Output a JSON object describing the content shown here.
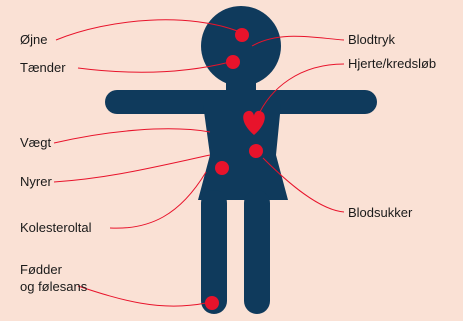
{
  "colors": {
    "background": "#fae1d5",
    "figure": "#0f3a5c",
    "marker": "#e8132b",
    "connector": "#e8132b",
    "text": "#1a1a1a"
  },
  "left_labels": {
    "eyes": "Øjne",
    "teeth": "Tænder",
    "weight": "Vægt",
    "kidneys": "Nyrer",
    "cholesterol": "Kolesteroltal",
    "feet_line1": "Fødder",
    "feet_line2": "og følesans"
  },
  "right_labels": {
    "blood_pressure": "Blodtryk",
    "heart": "Hjerte/kredsløb",
    "blood_sugar": "Blodsukker"
  }
}
